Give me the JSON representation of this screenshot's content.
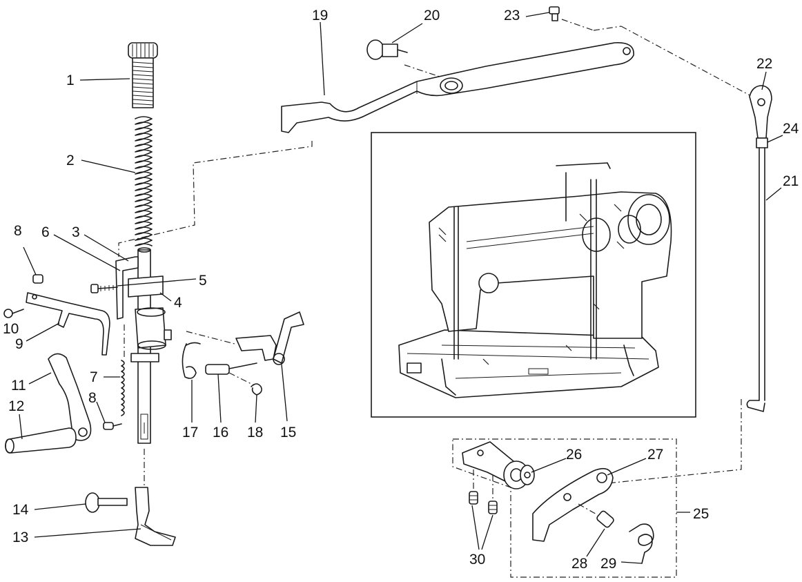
{
  "diagram": {
    "type": "exploded-parts-view",
    "callouts": [
      {
        "id": "1",
        "text": "1"
      },
      {
        "id": "2",
        "text": "2"
      },
      {
        "id": "3",
        "text": "3"
      },
      {
        "id": "4",
        "text": "4"
      },
      {
        "id": "5",
        "text": "5"
      },
      {
        "id": "6",
        "text": "6"
      },
      {
        "id": "7",
        "text": "7"
      },
      {
        "id": "8a",
        "text": "8"
      },
      {
        "id": "8b",
        "text": "8"
      },
      {
        "id": "9",
        "text": "9"
      },
      {
        "id": "10",
        "text": "10"
      },
      {
        "id": "11",
        "text": "11"
      },
      {
        "id": "12",
        "text": "12"
      },
      {
        "id": "13",
        "text": "13"
      },
      {
        "id": "14",
        "text": "14"
      },
      {
        "id": "15",
        "text": "15"
      },
      {
        "id": "16",
        "text": "16"
      },
      {
        "id": "17",
        "text": "17"
      },
      {
        "id": "18",
        "text": "18"
      },
      {
        "id": "19",
        "text": "19"
      },
      {
        "id": "20",
        "text": "20"
      },
      {
        "id": "21",
        "text": "21"
      },
      {
        "id": "22",
        "text": "22"
      },
      {
        "id": "23",
        "text": "23"
      },
      {
        "id": "24",
        "text": "24"
      },
      {
        "id": "25",
        "text": "25"
      },
      {
        "id": "26",
        "text": "26"
      },
      {
        "id": "27",
        "text": "27"
      },
      {
        "id": "28",
        "text": "28"
      },
      {
        "id": "29",
        "text": "29"
      },
      {
        "id": "30",
        "text": "30"
      }
    ],
    "inset": {
      "content": "sewing-machine-overview"
    },
    "colors": {
      "ink": "#1a1a1a",
      "background": "#ffffff"
    }
  }
}
